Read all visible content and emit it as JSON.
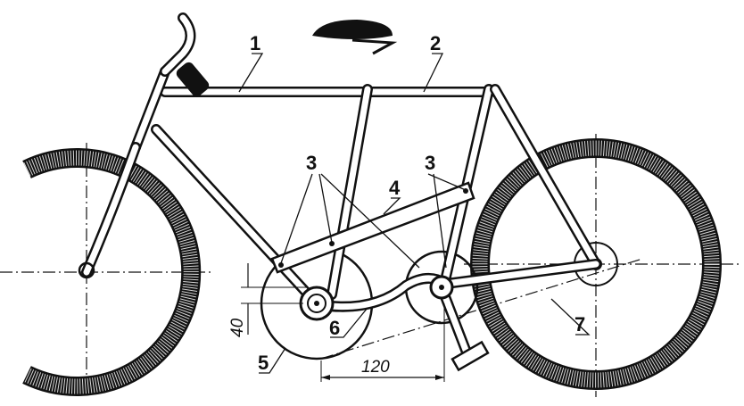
{
  "labels": {
    "top_tube_front": "1",
    "top_tube_rear": "2",
    "pivot_left": "3",
    "pivot_right": "3",
    "bar": "4",
    "large_disc": "5",
    "crank_axle": "6",
    "chain_line": "7"
  },
  "dimensions": {
    "vertical_offset": "40",
    "horizontal_distance": "120"
  }
}
